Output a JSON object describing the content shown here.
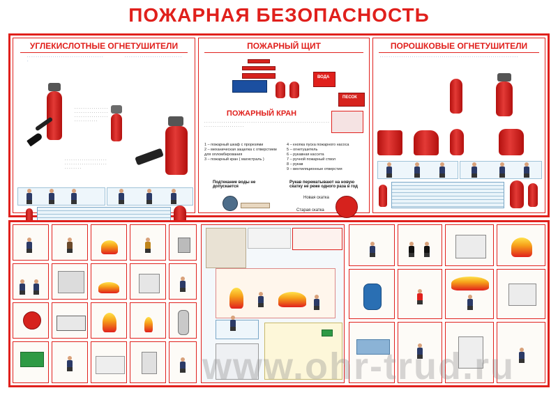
{
  "poster": {
    "title": "ПОЖАРНАЯ БЕЗОПАСНОСТЬ",
    "panels": {
      "co2": {
        "title": "УГЛЕКИСЛОТНЫЕ ОГНЕТУШИТЕЛИ"
      },
      "shield": {
        "title": "ПОЖАРНЫЙ ЩИТ",
        "sand_label": "ПЕСОК",
        "water_label": "ВОДА"
      },
      "hydrant": {
        "title": "ПОЖАРНЫЙ КРАН",
        "items_left": [
          "1 – пожарный шкаф с прорезями",
          "2 – механическая защелка с отверстием для опломбирования",
          "3 – пожарный кран ( магистраль )"
        ],
        "items_right": [
          "4 – кнопка пуска пожарного насоса",
          "5 – огнетушитель",
          "6 – рукавная кассета",
          "7 – ручной пожарный ствол",
          "8 – рукав",
          "9 – вентиляционные отверстия"
        ],
        "note_water": "Подтекание воды не допускается",
        "note_hose": "Рукав перематывают на новую скатку не реже одного раза в год",
        "label_new": "Новая скатка",
        "label_old": "Старая скатка"
      },
      "powder": {
        "title": "ПОРОШКОВЫЕ ОГНЕТУШИТЕЛИ"
      }
    },
    "watermark": "www.ohr-trud.ru"
  }
}
